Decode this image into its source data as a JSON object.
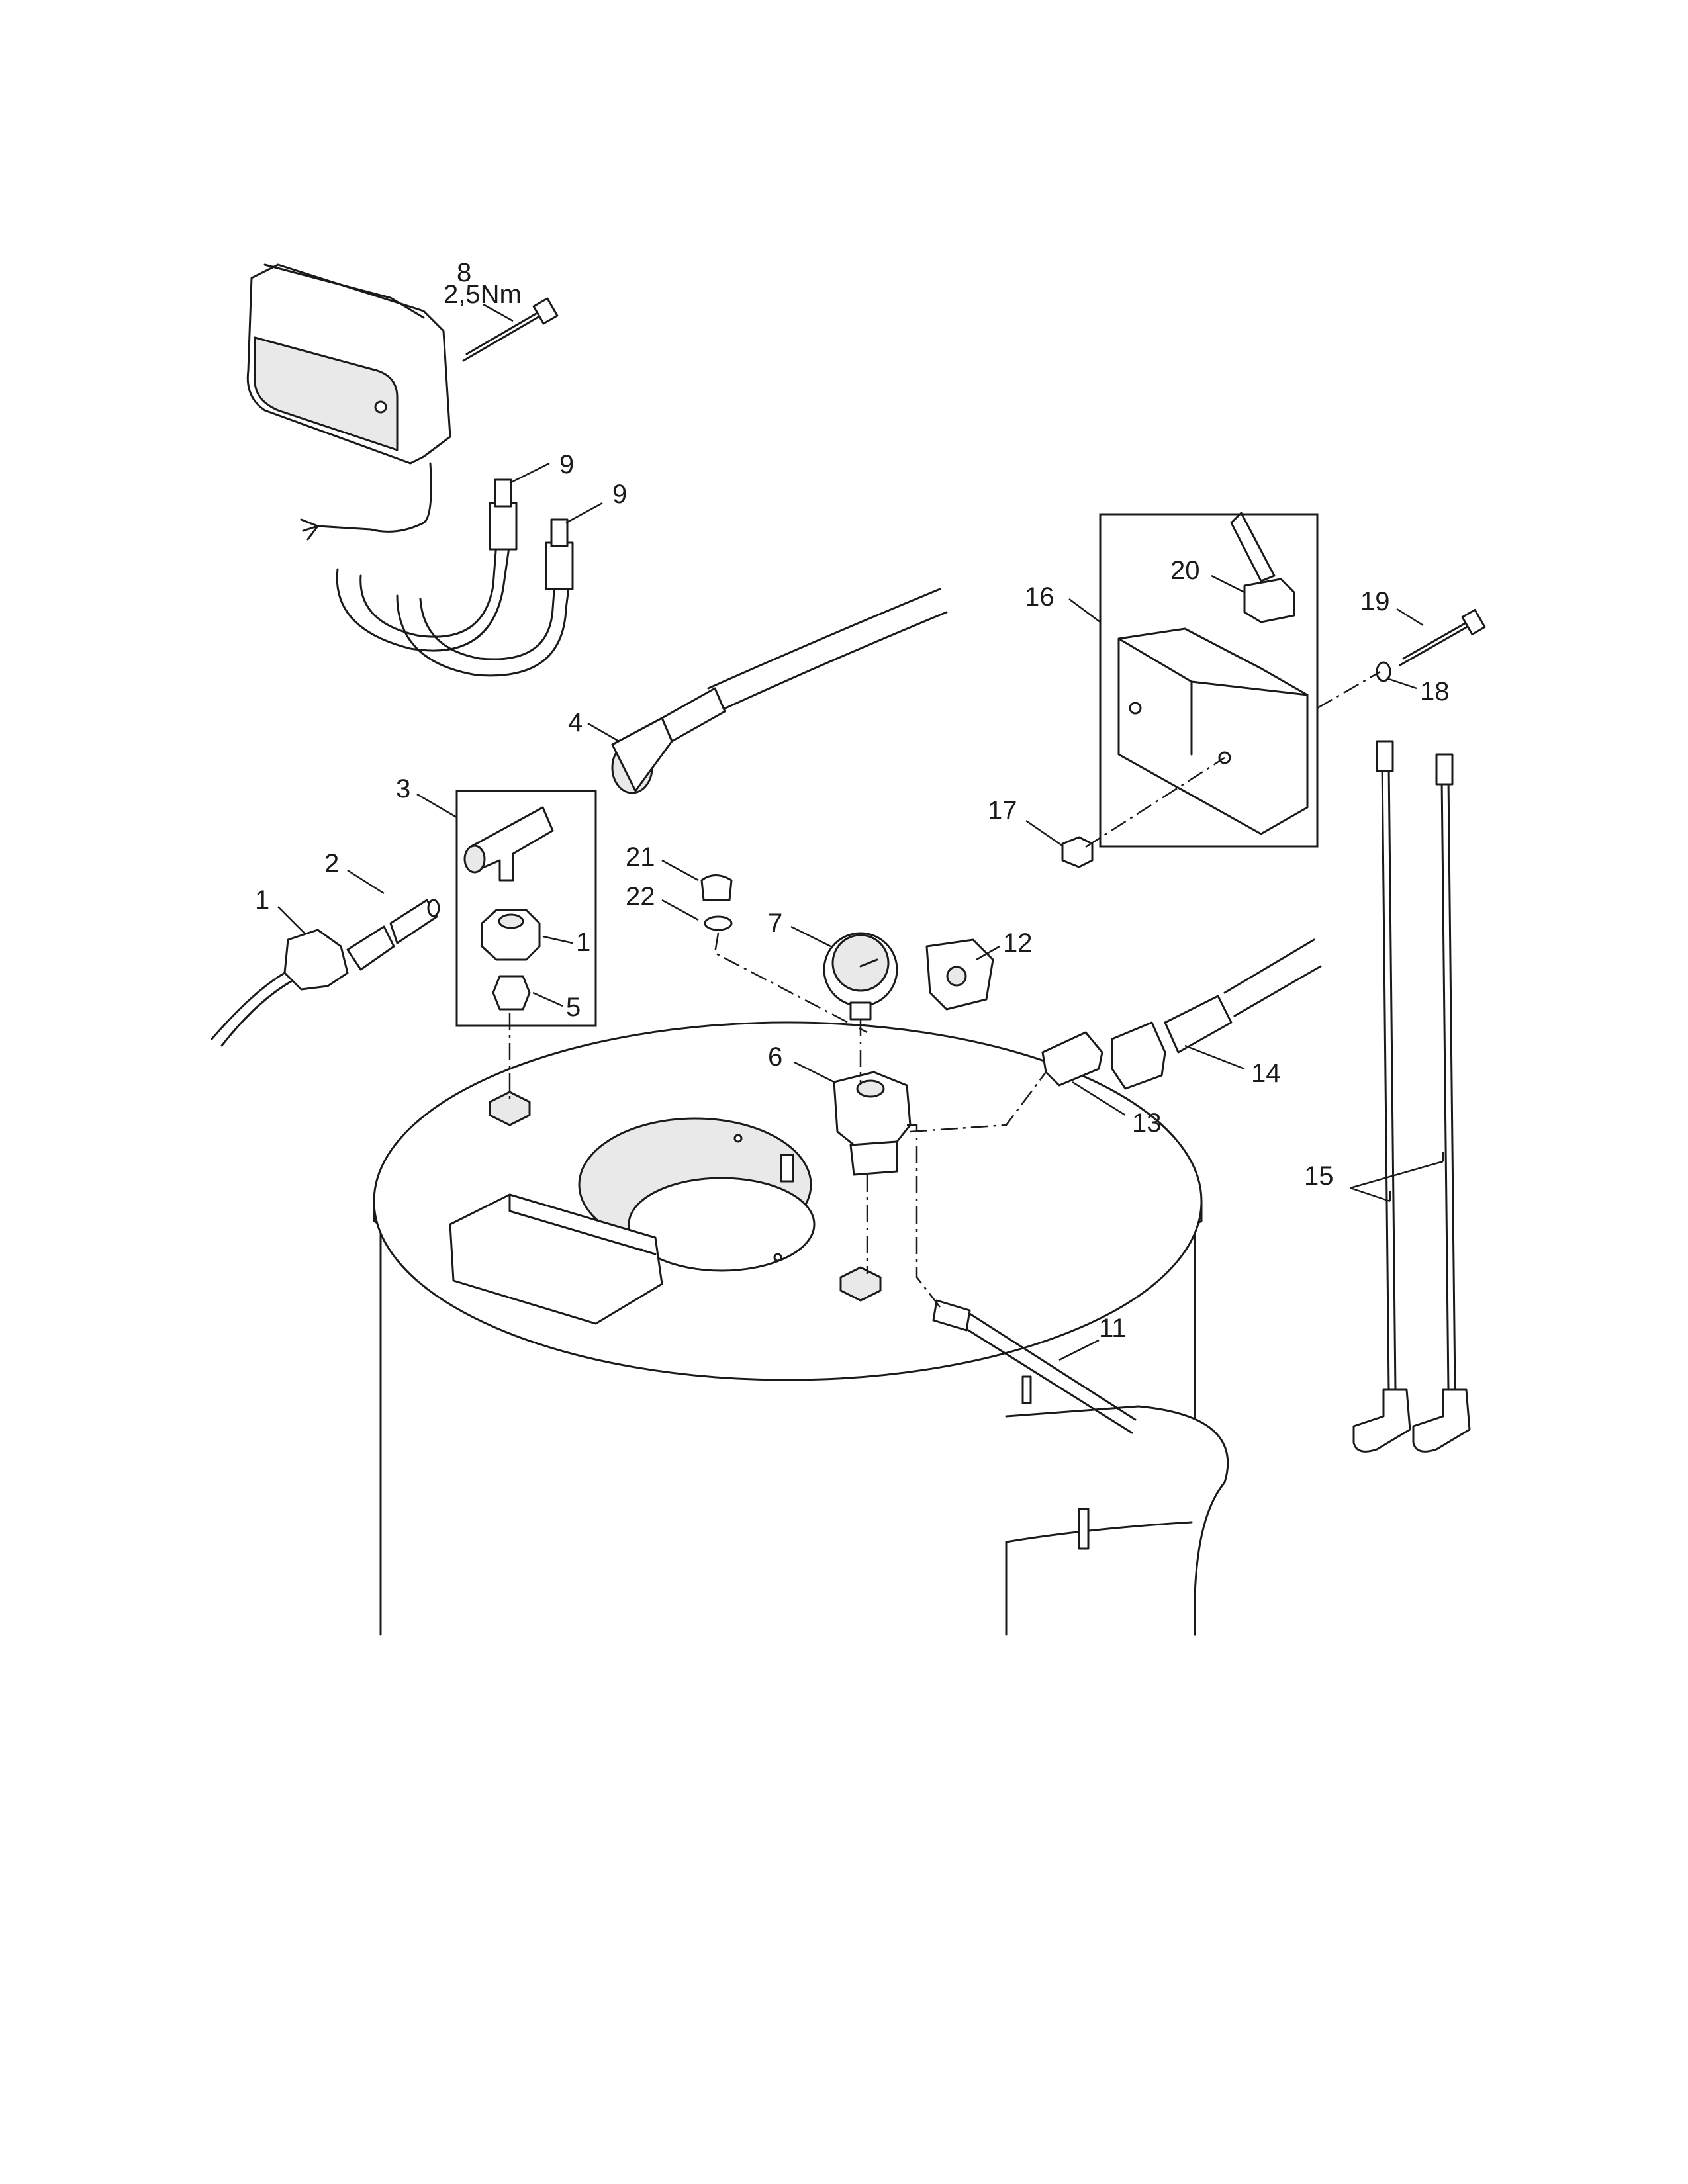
{
  "callouts": {
    "p1a": "1",
    "p1b": "1",
    "p2": "2",
    "p3": "3",
    "p4": "4",
    "p5": "5",
    "p6": "6",
    "p7": "7",
    "p8": "8",
    "p8_torque": "2,5Nm",
    "p9a": "9",
    "p9b": "9",
    "p11": "11",
    "p12": "12",
    "p13": "13",
    "p14": "14",
    "p15": "15",
    "p16": "16",
    "p17": "17",
    "p18": "18",
    "p19": "19",
    "p20": "20",
    "p21": "21",
    "p22": "22"
  },
  "colors": {
    "line": "#1a1a1a",
    "background": "#ffffff",
    "shade": "#e9e9e9"
  }
}
